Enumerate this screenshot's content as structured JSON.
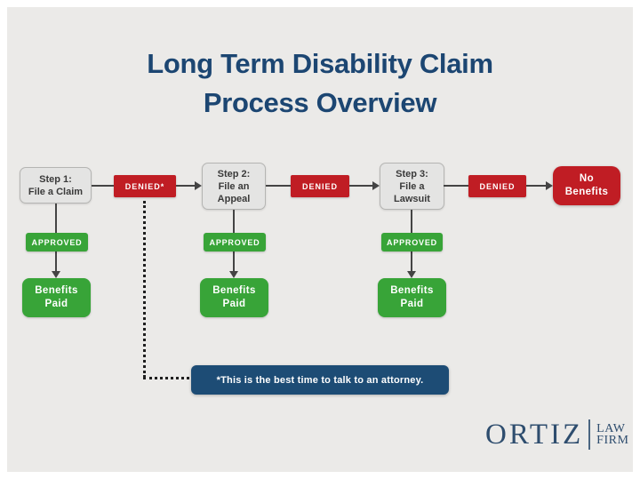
{
  "title": {
    "line1": "Long Term Disability Claim",
    "line2": "Process Overview"
  },
  "flow": {
    "columns": [
      {
        "step": "Step 1:\nFile a Claim",
        "approved": "APPROVED",
        "benefits": "Benefits\nPaid"
      },
      {
        "step": "Step 2:\nFile an\nAppeal",
        "approved": "APPROVED",
        "benefits": "Benefits\nPaid"
      },
      {
        "step": "Step 3:\nFile a\nLawsuit",
        "approved": "APPROVED",
        "benefits": "Benefits\nPaid"
      }
    ],
    "denied": [
      "DENIED*",
      "DENIED",
      "DENIED"
    ],
    "terminal": "No\nBenefits"
  },
  "note": "*This is the best time to talk to an attorney.",
  "logo": {
    "name": "ORTIZ",
    "law": "LAW",
    "firm": "FIRM"
  },
  "colors": {
    "background": "#ebeae8",
    "title_navy": "#1c4672",
    "denied_red": "#c01d24",
    "approved_green": "#38a438",
    "step_gray": "#e4e4e3",
    "note_navy": "#1d4c75",
    "logo_navy": "#2e4d6e",
    "connector": "#444444"
  }
}
